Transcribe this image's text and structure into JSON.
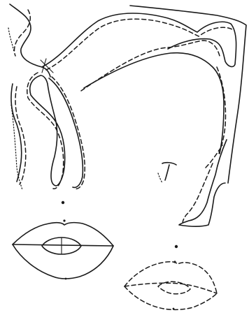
{
  "figure": {
    "ink_color": "#1a1a1a",
    "background": "#ffffff",
    "line_styles": [
      "solid",
      "dashed",
      "dotted"
    ]
  }
}
